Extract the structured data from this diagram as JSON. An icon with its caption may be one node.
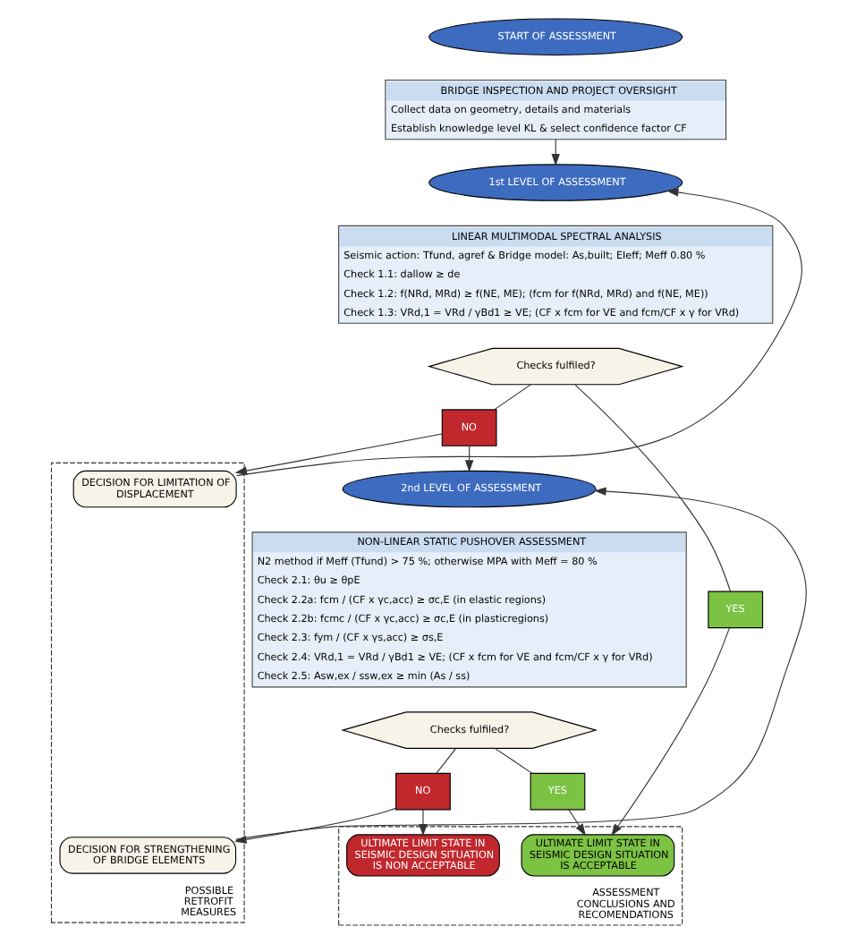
{
  "diagram": {
    "nodes": [
      {
        "text": [
          "START OF ASSESSMENT"
        ]
      },
      {
        "text": [
          "BRIDGE INSPECTION AND PROJECT OVERSIGHT",
          "Collect data on geometry, details and materials",
          "Establish knowledge level KL & select confidence factor CF"
        ]
      },
      {
        "text": [
          "1st LEVEL OF ASSESSMENT"
        ]
      },
      {
        "text": [
          "LINEAR MULTIMODAL SPECTRAL ANALYSIS",
          "Seismic action: Tfund, agref & Bridge model: As,built; EIeff; Meff 0.80 %",
          "Check 1.1: dallow ≥ de",
          "Check 1.2: f(NRd, MRd) ≥ f(NE, ME); (fcm for f(NRd, MRd) and f(NE, ME))",
          "Check 1.3: VRd,1 = VRd / γBd1 ≥ VE; (CF x fcm for VE and fcm/CF x γ for VRd)"
        ]
      },
      {
        "text": [
          "Checks fulfiled?"
        ]
      },
      {
        "text": [
          "YES"
        ]
      },
      {
        "text": [
          "NO"
        ]
      },
      {
        "text": [
          "2nd LEVEL OF ASSESSMENT"
        ]
      },
      {
        "text": [
          "NON-LINEAR STATIC PUSHOVER ASSESSMENT",
          "N2 method if Meff (Tfund) > 75 %; otherwise MPA with Meff = 80 %",
          "Check 2.1: θu ≥ θpE",
          "Check 2.2a: fcm / (CF x γc,acc) ≥ σc,E (in elastic regions)",
          "Check 2.2b: fcmc / (CF x γc,acc) ≥ σc,E (in plasticregions)",
          "Check 2.3: fym / (CF x γs,acc) ≥ σs,E",
          "Check 2.4: VRd,1 = VRd / γBd1 ≥ VE; (CF x fcm for VE and fcm/CF x γ for VRd)",
          "Check 2.5: Asw,ex / ssw,ex ≥ min (As / ss)"
        ]
      },
      {
        "text": [
          "Checks fulfiled?"
        ]
      },
      {
        "text": [
          "YES"
        ]
      },
      {
        "text": [
          "NO"
        ]
      },
      {
        "text": [
          "ASSESSMENT CONCLUSIONS AND RECOMENDATIONS"
        ]
      },
      {
        "text": [
          "ULTIMATE LIMIT STATE IN SEISMIC DESIGN SITUATION IS ACCEPTABLE"
        ],
        "in": 12
      },
      {
        "text": [
          "ULTIMATE LIMIT STATE IN SEISMIC DESIGN SITUATION IS NON ACCEPTABLE"
        ],
        "in": 12
      },
      {
        "text": [
          "POSSIBLE RETROFIT MEASURES"
        ]
      },
      {
        "text": [
          "DECISION FOR LIMITATION OF DISPLACEMENT"
        ],
        "in": 15
      },
      {
        "text": [
          "DECISION FOR STRENGTHENING OF BRIDGE ELEMENTS"
        ],
        "in": 15
      }
    ],
    "edges": [
      {
        "from": 1,
        "to": 2,
        "arrow": "to"
      },
      {
        "from": 4,
        "to": 5,
        "arrow": "none"
      },
      {
        "from": 4,
        "to": 6,
        "arrow": "none"
      },
      {
        "from": 5,
        "to": 13,
        "arrow": "to"
      },
      {
        "from": 6,
        "to": 7,
        "arrow": "to"
      },
      {
        "from": 6,
        "to": 16,
        "arrow": "to"
      },
      {
        "from": 16,
        "to": 2,
        "arrow": "to"
      },
      {
        "from": 9,
        "to": 10,
        "arrow": "none"
      },
      {
        "from": 9,
        "to": 11,
        "arrow": "none"
      },
      {
        "from": 10,
        "to": 13,
        "arrow": "to"
      },
      {
        "from": 11,
        "to": 14,
        "arrow": "to"
      },
      {
        "from": 11,
        "to": 17,
        "arrow": "to"
      },
      {
        "from": 17,
        "to": 7,
        "arrow": "to"
      }
    ]
  }
}
